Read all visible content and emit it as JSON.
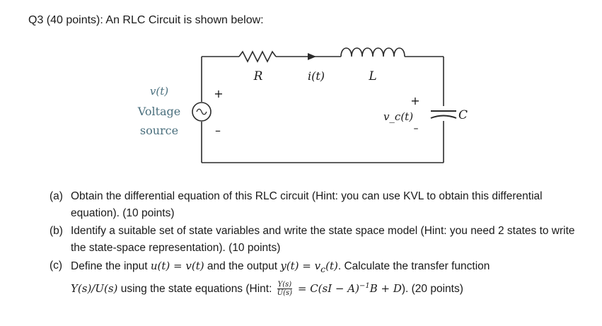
{
  "question": {
    "title": "Q3 (40 points): An RLC Circuit is shown below:"
  },
  "circuit": {
    "source_label_v": "v(t)",
    "source_label_word1": "Voltage",
    "source_label_word2": "source",
    "source_plus": "+",
    "source_minus": "–",
    "source_symbol": "~",
    "resistor_label": "R",
    "current_label": "i(t)",
    "inductor_label": "L",
    "capacitor_label": "C",
    "capacitor_voltage_label": "v_c(t)",
    "capacitor_plus": "+",
    "capacitor_minus": "–",
    "colors": {
      "wire": "#2b2b2b",
      "source_text": "#4a6f7d"
    }
  },
  "parts": {
    "a": {
      "label": "(a)",
      "text": "Obtain the differential equation of this RLC circuit (Hint: you can use KVL to obtain this differential equation). (10 points)"
    },
    "b": {
      "label": "(b)",
      "text": "Identify a suitable set of state variables and write the state space model (Hint: you need 2 states to write the state-space representation). (10 points)"
    },
    "c": {
      "label": "(c)",
      "text_1": "Define the input ",
      "math_input": "u(t) = v(t)",
      "text_2": " and the output ",
      "math_output": "y(t) = v",
      "math_output_sub": "c",
      "math_output_end": "(t)",
      "text_3": ". Calculate the transfer function",
      "math_tf": "Y(s)/U(s)",
      "text_4": " using the state equations (Hint: ",
      "frac_num": "Y(s)",
      "frac_den": "U(s)",
      "math_hint_pre": " = C(sI − A)",
      "math_hint_sup": "−1",
      "math_hint_post": "B + D",
      "text_5": "). (20 points)"
    }
  }
}
